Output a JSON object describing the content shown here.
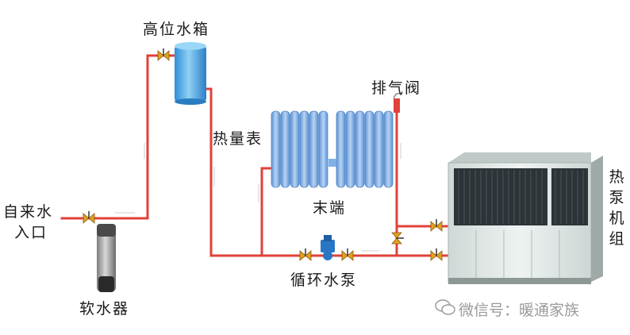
{
  "labels": {
    "elevated_tank": "高位水箱",
    "air_valve": "排气阀",
    "heat_meter": "热量表",
    "terminal": "末端",
    "water_inlet_line1": "自来水",
    "water_inlet_line2": "入口",
    "softener": "软水器",
    "circulating_pump": "循环水泵",
    "heat_pump_unit": "热泵机组"
  },
  "watermark": {
    "text": "微信号：暖通家族"
  },
  "colors": {
    "pipe": "#e0413a",
    "tank": "#3aa3e0",
    "radiator": "#7fb0e6",
    "valve": "#e0a020",
    "unit_body": "#dfe6e4",
    "unit_grille": "#2c3438"
  },
  "icons": [
    "gate-valve-icon",
    "water-tank-icon",
    "radiator-icon",
    "pump-icon",
    "softener-cylinder-icon",
    "heat-pump-unit-icon",
    "air-vent-icon"
  ]
}
